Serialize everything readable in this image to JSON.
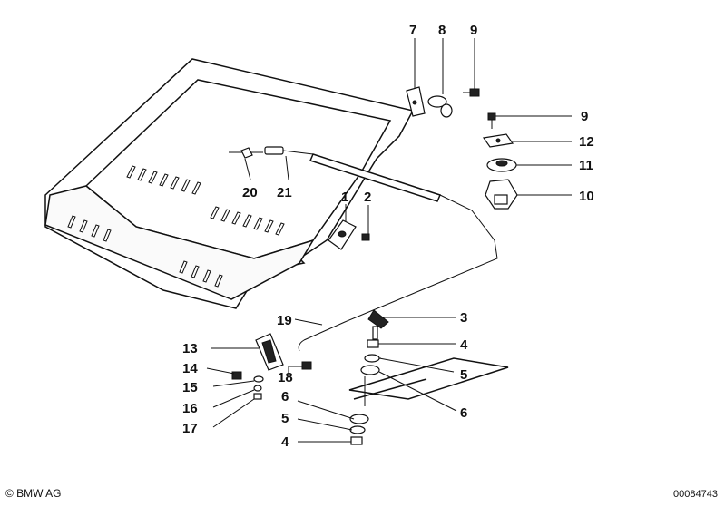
{
  "callouts": {
    "c1": "1",
    "c2": "2",
    "c3": "3",
    "c4a": "4",
    "c4b": "4",
    "c5a": "5",
    "c5b": "5",
    "c6a": "6",
    "c6b": "6",
    "c7": "7",
    "c8": "8",
    "c9a": "9",
    "c9b": "9",
    "c10": "10",
    "c11": "11",
    "c12": "12",
    "c13": "13",
    "c14": "14",
    "c15": "15",
    "c16": "16",
    "c17": "17",
    "c18": "18",
    "c19": "19",
    "c20": "20",
    "c21": "21"
  },
  "footer": {
    "copyright": "© BMW AG",
    "part_number": "00084743"
  }
}
